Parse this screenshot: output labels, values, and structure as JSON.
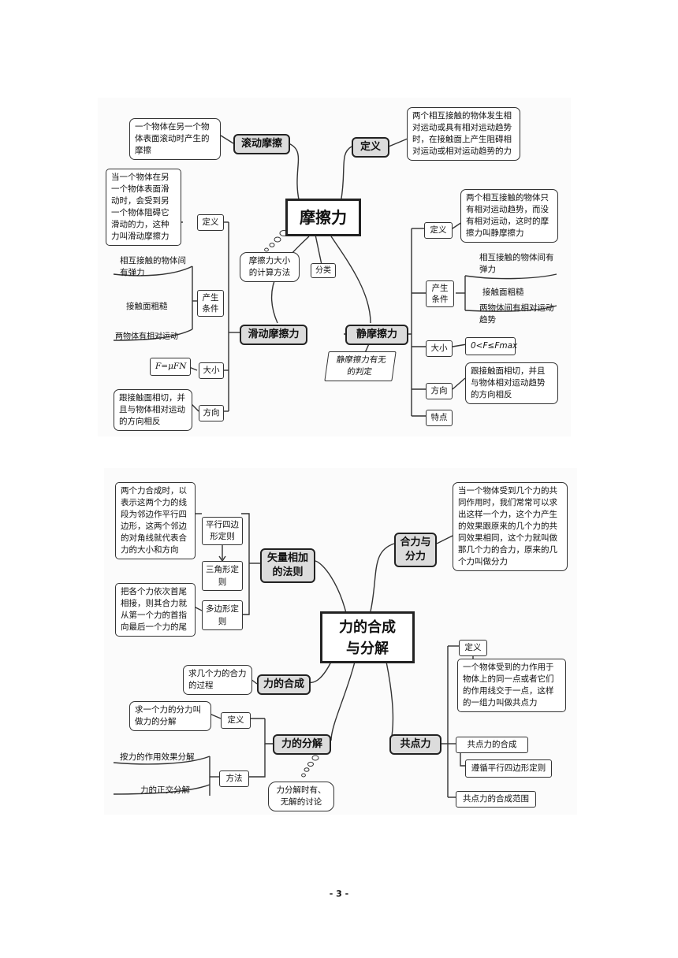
{
  "friction": {
    "center": "摩擦力",
    "rolling": {
      "title": "滚动摩擦",
      "desc": "一个物体在另一个物体表面滚动时产生的摩擦"
    },
    "definition": {
      "title": "定义",
      "desc": "两个相互接触的物体发生相对运动或具有相对运动趋势时，在接触面上产生阻碍相对运动或相对运动趋势的力"
    },
    "calc": "摩擦力大小的计算方法",
    "classify": "分类",
    "sliding": {
      "title": "滑动摩擦力",
      "def_label": "定义",
      "def_desc": "当一个物体在另一个物体表面滑动时，会受到另一个物体阻碍它滑动的力，这种力叫滑动摩擦力",
      "cond_label": "产生条件",
      "conditions": [
        "相互接触的物体间有弹力",
        "接触面粗糙",
        "两物体有相对运动"
      ],
      "size_label": "大小",
      "size_formula": "F=μFN",
      "dir_label": "方向",
      "dir_desc": "跟接触面相切，并且与物体相对运动的方向相反"
    },
    "static": {
      "title": "静摩擦力",
      "judge": "静摩擦力有无的判定",
      "def_label": "定义",
      "def_desc": "两个相互接触的物体只有相对运动趋势，而没有相对运动，这时的摩擦力叫静摩擦力",
      "cond_label": "产生条件",
      "conditions": [
        "相互接触的物体间有弹力",
        "接触面粗糙",
        "两物体间有相对运动趋势"
      ],
      "size_label": "大小",
      "size_formula": "0<F≤Fmax",
      "dir_label": "方向",
      "dir_desc": "跟接触面相切，并且与物体相对运动趋势的方向相反",
      "feature_label": "特点"
    }
  },
  "force": {
    "center_line1": "力的合成",
    "center_line2": "与分解",
    "vector": {
      "title": "矢量相加的法则",
      "para_label": "平行四边形定则",
      "para_desc": "两个力合成时，以表示这两个力的线段为邻边作平行四边形，这两个邻边的对角线就代表合力的大小和方向",
      "tri_label": "三角形定则",
      "poly_label": "多边形定则",
      "poly_desc": "把各个力依次首尾相接，则其合力就从第一个力的首指向最后一个力的尾"
    },
    "resultant": {
      "title": "合力与分力",
      "desc": "当一个物体受到几个力的共同作用时，我们常常可以求出这样一个力，这个力产生的效果跟原来的几个力的共同效果相同，这个力就叫做那几个力的合力，原来的几个力叫做分力"
    },
    "composition": {
      "title": "力的合成",
      "desc": "求几个力的合力的过程"
    },
    "decomposition": {
      "title": "力的分解",
      "def_label": "定义",
      "def_desc": "求一个力的分力叫做力的分解",
      "method_label": "方法",
      "methods": [
        "按力的作用效果分解",
        "力的正交分解"
      ],
      "discussion": "力分解时有、无解的讨论"
    },
    "concurrent": {
      "title": "共点力",
      "def_label": "定义",
      "def_desc": "一个物体受到的力作用于物体上的同一点或者它们的作用线交于一点，这样的一组力叫做共点力",
      "comp_label": "共点力的合成",
      "comp_rule": "遵循平行四边形定则",
      "range_label": "共点力的合成范围"
    }
  },
  "page_number": "- 3 -"
}
